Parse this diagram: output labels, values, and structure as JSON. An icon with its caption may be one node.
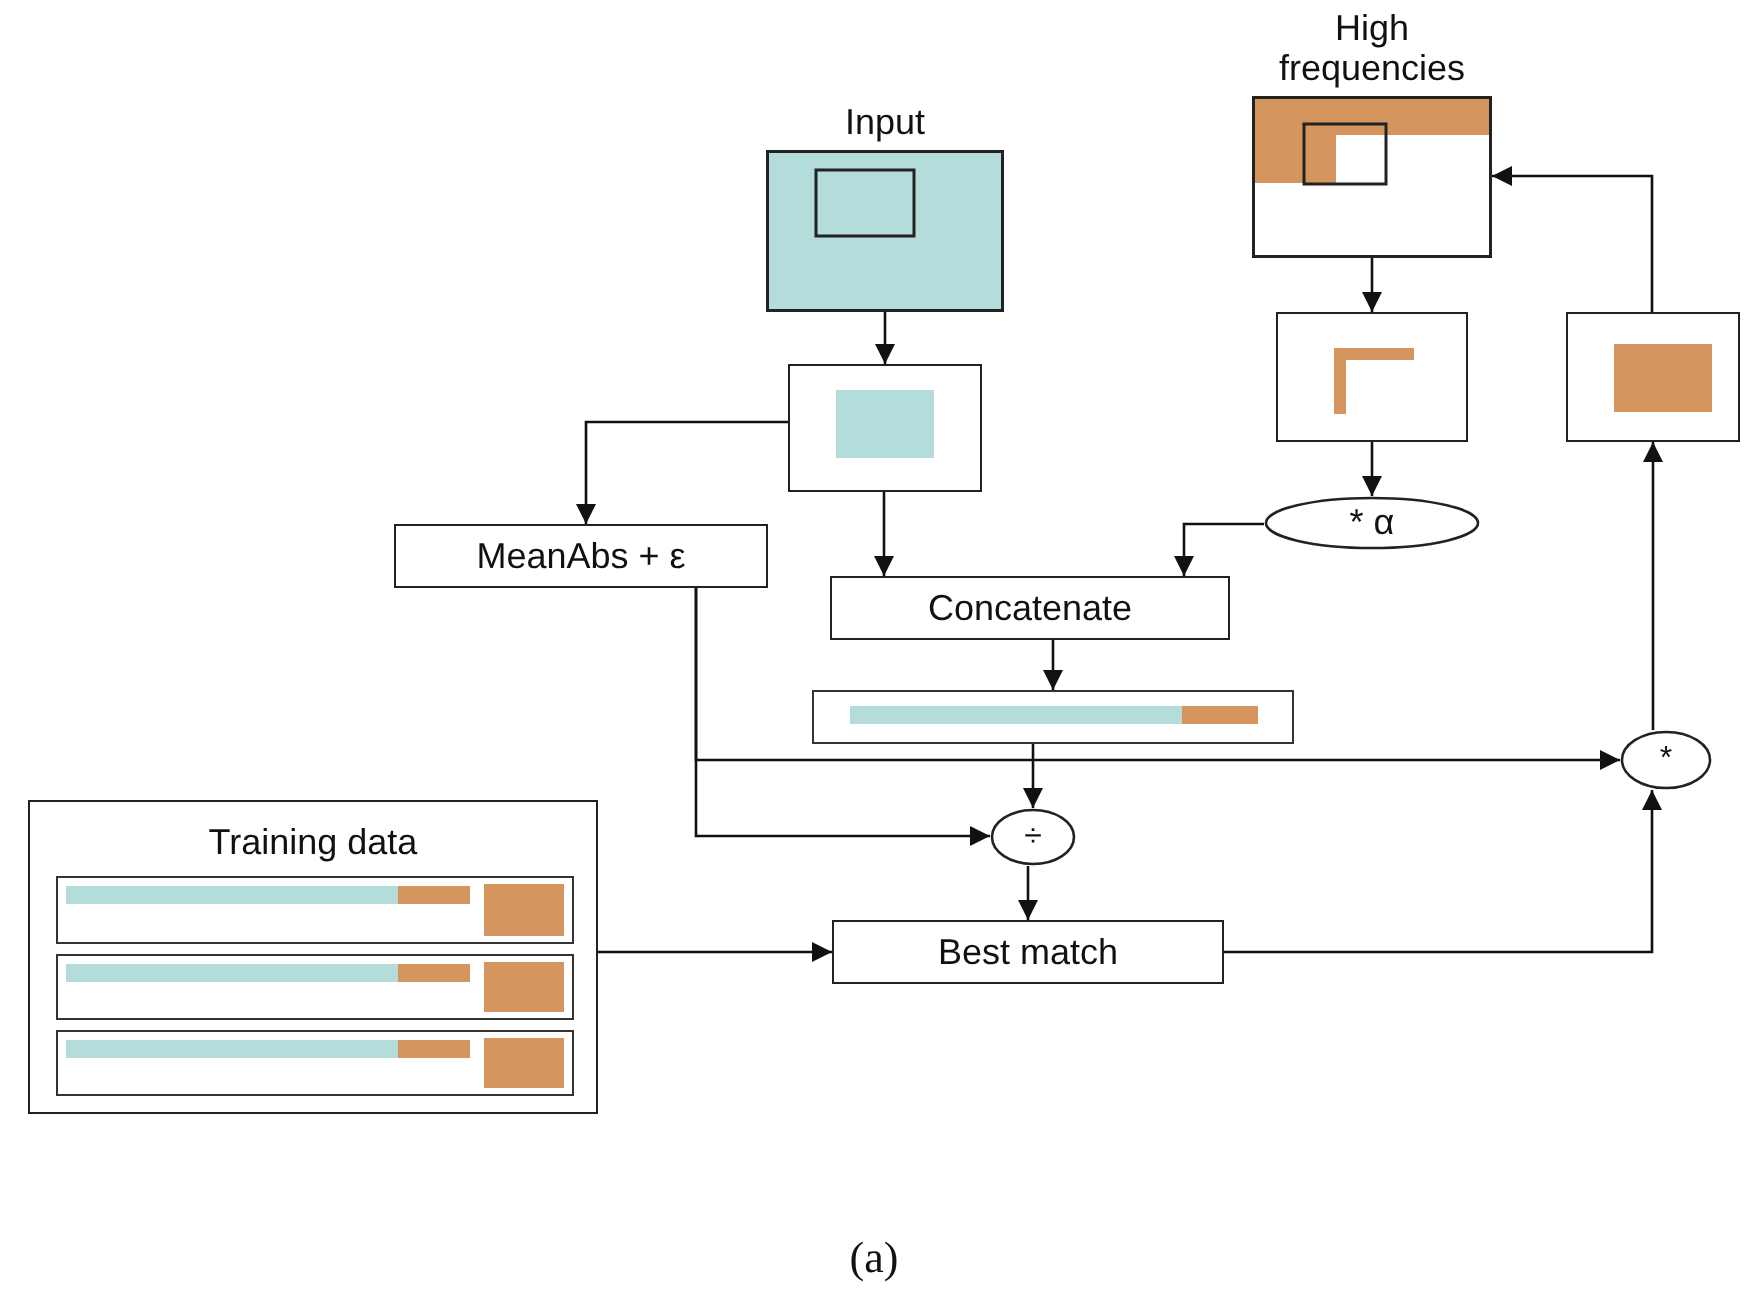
{
  "diagram": {
    "caption": "(a)",
    "nodes": [
      {
        "text": [
          "Input"
        ]
      },
      {
        "text": [],
        "shape": "box"
      },
      {
        "text": [
          "MeanAbs + ε"
        ]
      },
      {
        "text": [
          "Concatenate"
        ]
      },
      {
        "text": [
          "High frequencies"
        ]
      },
      {
        "text": [],
        "shape": "box"
      },
      {
        "text": [
          "* α"
        ]
      },
      {
        "text": [],
        "shape": "box"
      },
      {
        "text": [],
        "shape": "bar"
      },
      {
        "text": [
          "÷"
        ]
      },
      {
        "text": [
          "*"
        ]
      },
      {
        "text": [
          "Training data"
        ]
      },
      {
        "text": [],
        "shape": "bar",
        "in": 11
      },
      {
        "text": [],
        "shape": "bar",
        "in": 11
      },
      {
        "text": [],
        "shape": "bar",
        "in": 11
      },
      {
        "text": [
          "Best match"
        ]
      }
    ],
    "edges": [
      {
        "from": 0,
        "to": 1,
        "arrow": "to"
      },
      {
        "from": 1,
        "to": 2,
        "arrow": "to"
      },
      {
        "from": 1,
        "to": 3,
        "arrow": "to"
      },
      {
        "from": 4,
        "to": 5,
        "arrow": "to"
      },
      {
        "from": 5,
        "to": 6,
        "arrow": "to"
      },
      {
        "from": 6,
        "to": 3,
        "arrow": "to"
      },
      {
        "from": 3,
        "to": 8,
        "arrow": "to"
      },
      {
        "from": 8,
        "to": 9,
        "arrow": "to"
      },
      {
        "from": 2,
        "to": 9,
        "arrow": "to"
      },
      {
        "from": 2,
        "to": 10,
        "arrow": "to"
      },
      {
        "from": 9,
        "to": 15,
        "arrow": "to"
      },
      {
        "from": 11,
        "to": 15,
        "arrow": "to"
      },
      {
        "from": 15,
        "to": 10,
        "arrow": "to"
      },
      {
        "from": 10,
        "to": 7,
        "arrow": "to"
      },
      {
        "from": 7,
        "to": 4,
        "arrow": "to"
      }
    ]
  }
}
